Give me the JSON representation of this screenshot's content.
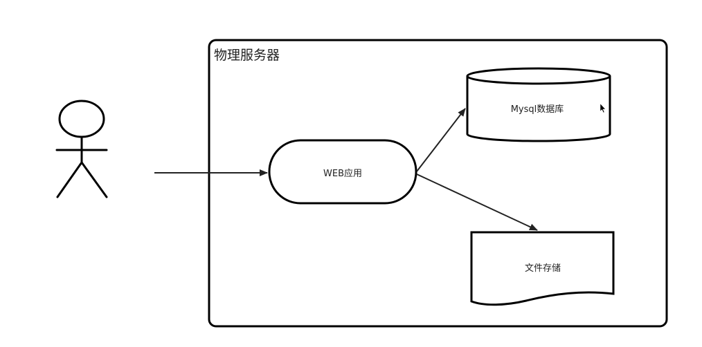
{
  "diagram": {
    "container": {
      "title": "物理服务器"
    },
    "nodes": {
      "actor": {
        "label": ""
      },
      "web": {
        "label": "WEB应用"
      },
      "mysql": {
        "label": "Mysql数据库"
      },
      "files": {
        "label": "文件存储"
      }
    },
    "edges": [
      {
        "from": "actor",
        "to": "web"
      },
      {
        "from": "web",
        "to": "mysql"
      },
      {
        "from": "web",
        "to": "files"
      }
    ],
    "colors": {
      "stroke": "#000000",
      "arrow": "#222222",
      "text": "#222222",
      "background": "#ffffff"
    }
  }
}
